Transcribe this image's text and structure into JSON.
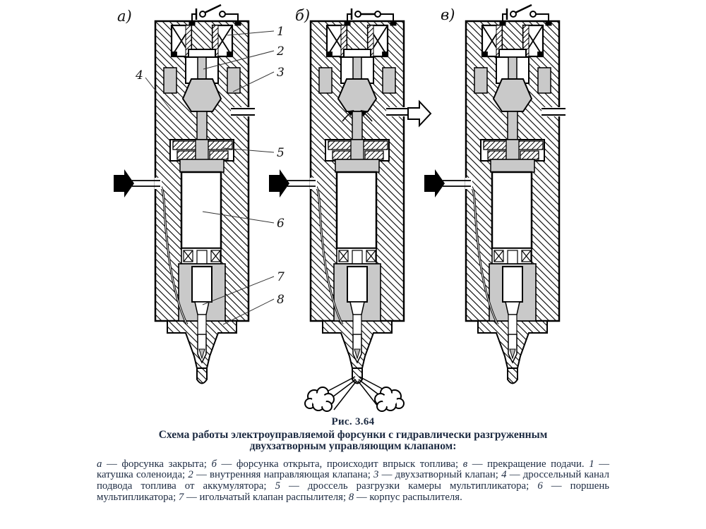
{
  "figure": {
    "label": "Рис. 3.64",
    "title_line1": "Схема работы электроуправляемой форсунки с гидравлически разгруженным",
    "title_line2": "двухзатворным управляющим клапаном:"
  },
  "diagrams": [
    {
      "label": "а)",
      "state": "switch-open"
    },
    {
      "label": "б)",
      "state": "switch-closed-spraying"
    },
    {
      "label": "в)",
      "state": "switch-open"
    }
  ],
  "callouts": [
    "1",
    "2",
    "3",
    "4",
    "5",
    "6",
    "7",
    "8"
  ],
  "legend": {
    "items": [
      {
        "marker": "а",
        "dash": " — ",
        "text": "форсунка закрыта",
        "sep": "; "
      },
      {
        "marker": "б",
        "dash": " — ",
        "text": "форсунка открыта, происходит впрыск топлива",
        "sep": "; "
      },
      {
        "marker": "в",
        "dash": " — ",
        "text": "прекращение подачи",
        "sep": ". "
      },
      {
        "marker": "1",
        "dash": " — ",
        "text": "катушка соленоида",
        "sep": "; "
      },
      {
        "marker": "2",
        "dash": " — ",
        "text": "внутренняя направляющая клапана",
        "sep": "; "
      },
      {
        "marker": "3",
        "dash": " — ",
        "text": "двухзатворный клапан",
        "sep": "; "
      },
      {
        "marker": "4",
        "dash": " — ",
        "text": "дроссельный канал подвода топлива от аккумулятора",
        "sep": "; "
      },
      {
        "marker": "5",
        "dash": " — ",
        "text": "дроссель разгрузки камеры мультипликатора",
        "sep": "; "
      },
      {
        "marker": "6",
        "dash": " — ",
        "text": "поршень мультипликатора",
        "sep": "; "
      },
      {
        "marker": "7",
        "dash": " — ",
        "text": "игольчатый клапан распылителя",
        "sep": "; "
      },
      {
        "marker": "8",
        "dash": " — ",
        "text": "корпус распылителя",
        "sep": "."
      }
    ]
  },
  "colors": {
    "ink": "#1b2940",
    "line": "#000000",
    "chamber_gray": "#c9c9c9"
  }
}
